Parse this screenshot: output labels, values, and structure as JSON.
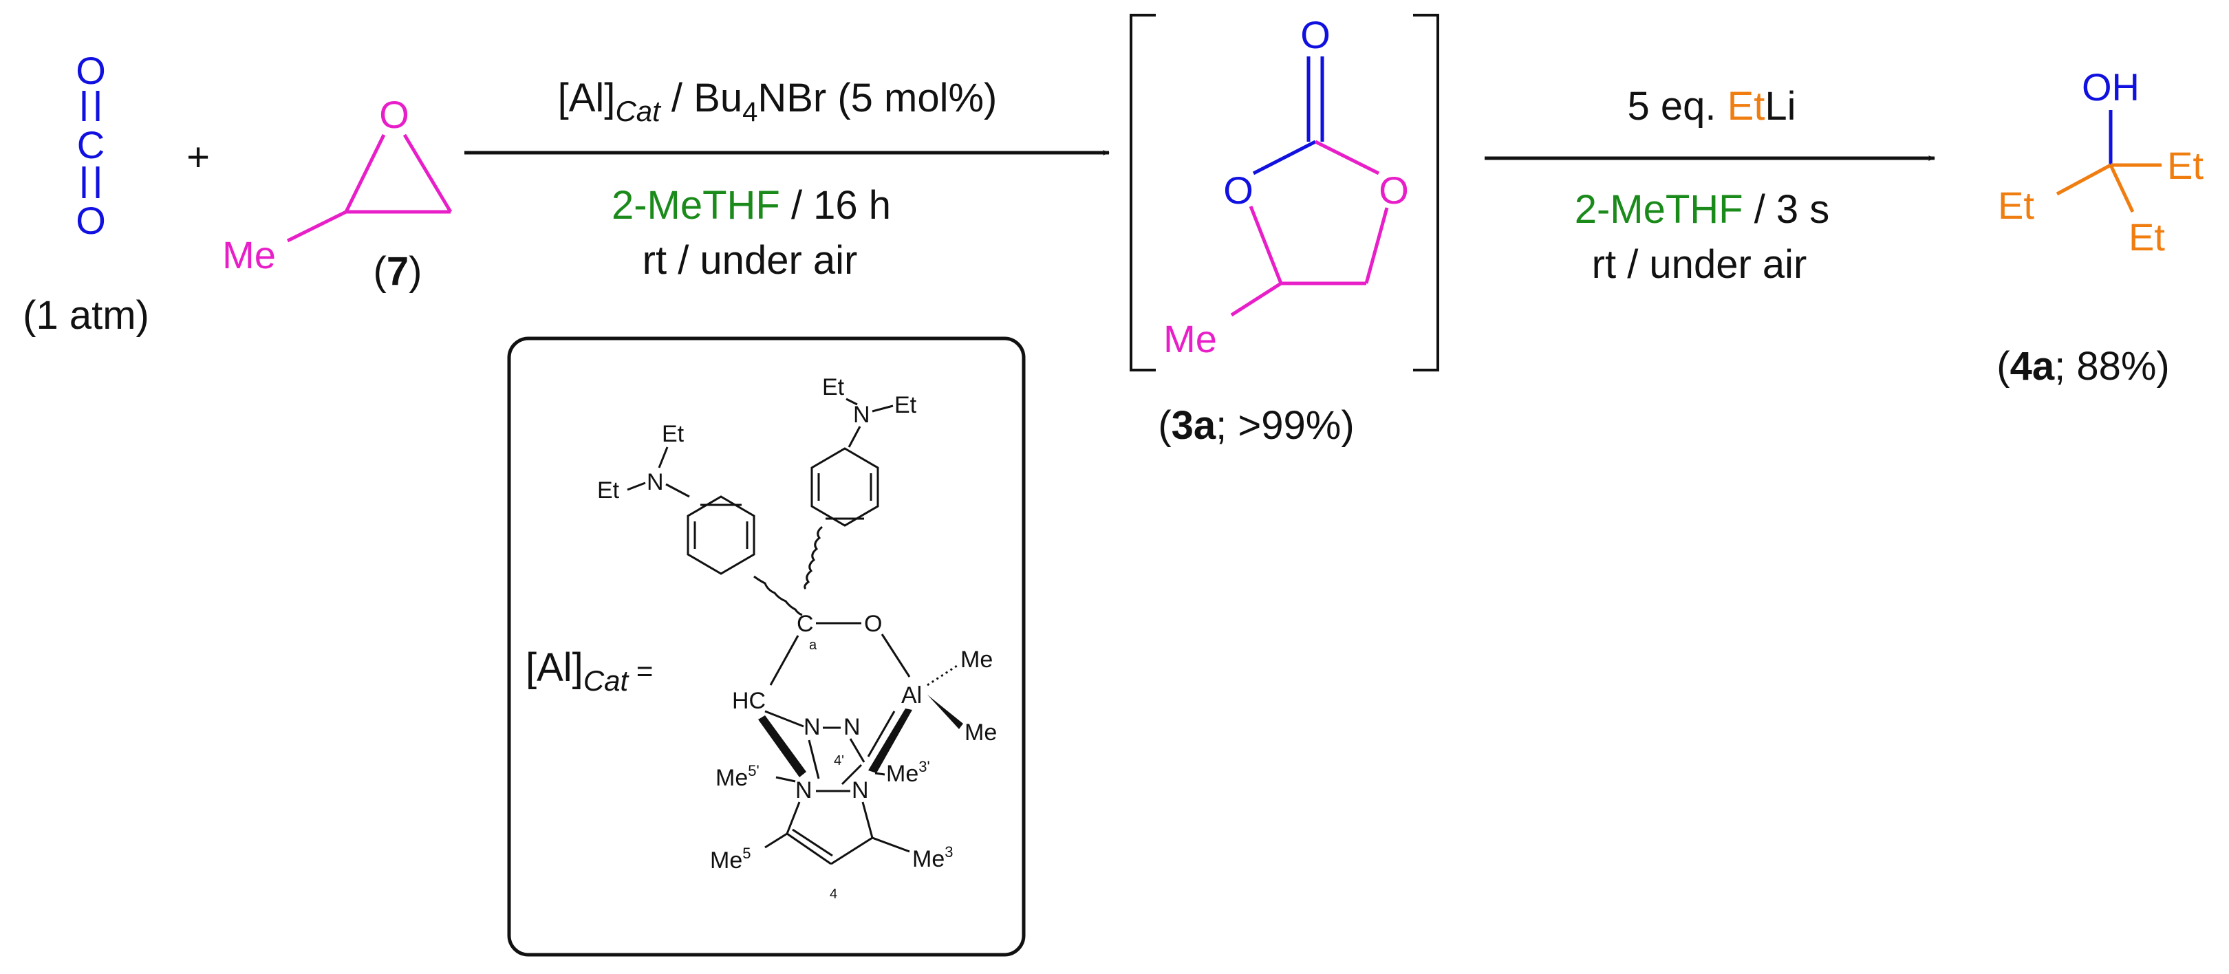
{
  "colors": {
    "co2_blue": "#1010e0",
    "substrate_magenta": "#e81ec8",
    "solvent_green": "#1a8a1a",
    "ethyl_orange": "#f07d10",
    "ink": "#111111"
  },
  "reactant_co2": {
    "atom_o_top": "O",
    "atom_c": "C",
    "atom_o_bottom": "O",
    "pressure": "(1 atm)"
  },
  "plus_sign": "+",
  "epoxide": {
    "atom_o": "O",
    "methyl": "Me",
    "compound_open": "(",
    "compound_number": "7",
    "compound_close": ")"
  },
  "step1": {
    "catalyst_prefix": "[Al]",
    "catalyst_subscript": "Cat",
    "cocatalyst": " / Bu",
    "cocatalyst_sub": "4",
    "cocatalyst_rest": "NBr (5 mol%)",
    "solvent": "2-MeTHF",
    "time": " / 16 h",
    "conditions": "rt / under air"
  },
  "carbonate": {
    "atom_o_carbonyl": "O",
    "atom_o_left": "O",
    "atom_o_right": "O",
    "methyl": "Me",
    "label_open": "(",
    "label_compound": "3a",
    "label_yield": "; >99%)"
  },
  "step2": {
    "equiv": "5 eq. ",
    "reagent_et": "Et",
    "reagent_li": "Li",
    "solvent": "2-MeTHF",
    "time": " / 3 s",
    "conditions": "rt / under air"
  },
  "product": {
    "atom_oh": "OH",
    "et_left": "Et",
    "et_right": "Et",
    "et_bottom": "Et",
    "label_open": "(",
    "label_compound": "4a",
    "label_yield": "; 88%)"
  },
  "catalyst_box": {
    "label_prefix": "[Al]",
    "label_subscript": "Cat",
    "label_equals": " =",
    "n_top": "N",
    "et_top_1": "Et",
    "et_top_2": "Et",
    "n_left": "N",
    "et_left_1": "Et",
    "et_left_2": "Et",
    "carbon": "C",
    "carbon_locant": "a",
    "oxygen": "O",
    "aluminium": "Al",
    "me_al_1": "Me",
    "me_al_2": "Me",
    "hc": "HC",
    "n_triazole_1": "N",
    "n_triazole_2": "N",
    "locant_4prime": "4'",
    "me5prime": "Me",
    "me5prime_sup": "5'",
    "me3prime": "Me",
    "me3prime_sup": "3'",
    "n_pz_1": "N",
    "n_pz_2": "N",
    "me5": "Me",
    "me5_sup": "5",
    "me3": "Me",
    "me3_sup": "3",
    "locant_4": "4"
  }
}
